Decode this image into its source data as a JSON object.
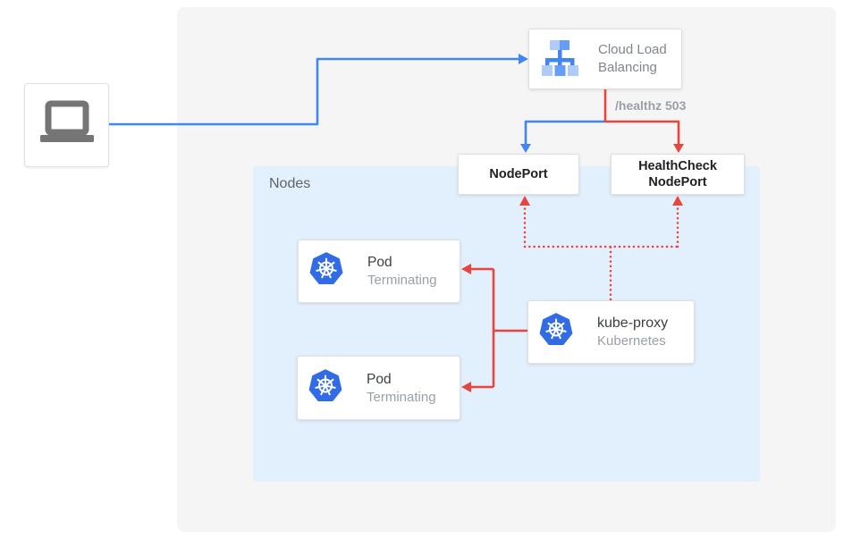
{
  "diagram": {
    "nodes_group_label": "Nodes",
    "health_check_edge_label": "/healthz 503"
  },
  "client": {
    "icon": "laptop-icon"
  },
  "load_balancer": {
    "icon": "cloud-load-balancing-icon",
    "title_line1": "Cloud Load",
    "title_line2": "Balancing"
  },
  "nodeport": {
    "label": "NodePort"
  },
  "healthcheck_nodeport": {
    "label_line1": "HealthCheck",
    "label_line2": "NodePort"
  },
  "pods": [
    {
      "icon": "kubernetes-icon",
      "title": "Pod",
      "subtitle": "Terminating"
    },
    {
      "icon": "kubernetes-icon",
      "title": "Pod",
      "subtitle": "Terminating"
    }
  ],
  "kube_proxy": {
    "icon": "kubernetes-icon",
    "title": "kube-proxy",
    "subtitle": "Kubernetes"
  },
  "colors": {
    "user_traffic_blue": "#4285f4",
    "health_check_red": "#e8453c",
    "kubernetes_blue": "#326ce5",
    "icon_light_blue": "#aecbfa",
    "icon_medium_blue": "#669df6",
    "panel_gray": "#f5f5f5",
    "nodes_background_blue": "#e2effc",
    "title_text": "#3c4043",
    "subtitle_text": "#9aa0a6"
  }
}
